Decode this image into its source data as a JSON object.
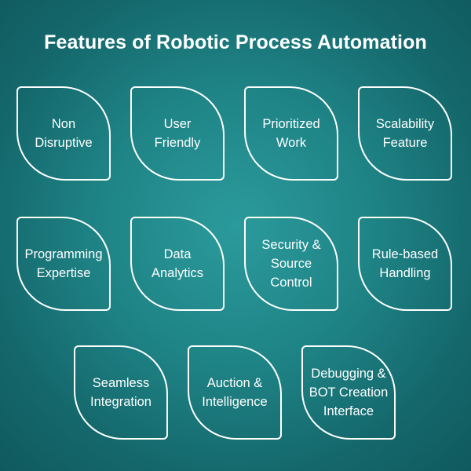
{
  "title": "Features of Robotic Process Automation",
  "colors": {
    "background_center": "#2b9a9c",
    "background_edge": "#0f5a5e",
    "card_border": "#ffffff",
    "text": "#ffffff"
  },
  "features": [
    {
      "label": "Non\nDisruptive"
    },
    {
      "label": "User\nFriendly"
    },
    {
      "label": "Prioritized\nWork"
    },
    {
      "label": "Scalability\nFeature"
    },
    {
      "label": "Programming\nExpertise"
    },
    {
      "label": "Data\nAnalytics"
    },
    {
      "label": "Security &\nSource\nControl"
    },
    {
      "label": "Rule-based\nHandling"
    },
    {
      "label": "Seamless\nIntegration"
    },
    {
      "label": "Auction &\nIntelligence"
    },
    {
      "label": "Debugging &\nBOT Creation\nInterface"
    }
  ]
}
